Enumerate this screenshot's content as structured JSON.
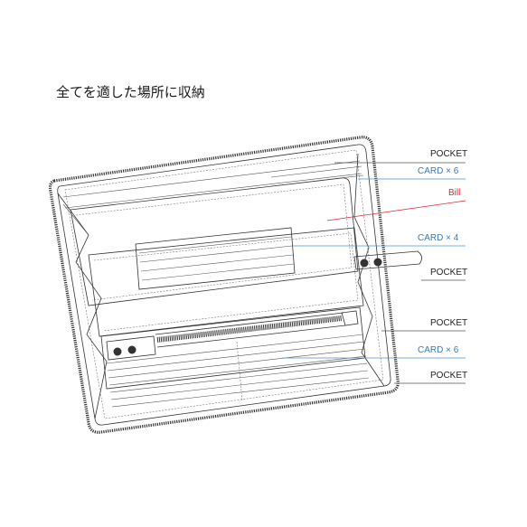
{
  "title": "全てを適した場所に収納",
  "colors": {
    "ink": "#333333",
    "black_label": "#222222",
    "card_label": "#2f7fc1",
    "bill_label": "#e0262f",
    "leader_black": "#555555",
    "leader_card": "#4a90d0",
    "leader_bill": "#e0262f"
  },
  "labels": [
    {
      "id": "pocket-1",
      "text": "POCKET",
      "color": "black"
    },
    {
      "id": "card-6-top",
      "text": "CARD × 6",
      "color": "card"
    },
    {
      "id": "bill",
      "text": "Bill",
      "color": "bill"
    },
    {
      "id": "card-4",
      "text": "CARD × 4",
      "color": "card"
    },
    {
      "id": "pocket-2",
      "text": "POCKET",
      "color": "black"
    },
    {
      "id": "pocket-3",
      "text": "POCKET",
      "color": "black"
    },
    {
      "id": "card-6-bottom",
      "text": "CARD × 6",
      "color": "card"
    },
    {
      "id": "pocket-4",
      "text": "POCKET",
      "color": "black"
    }
  ]
}
